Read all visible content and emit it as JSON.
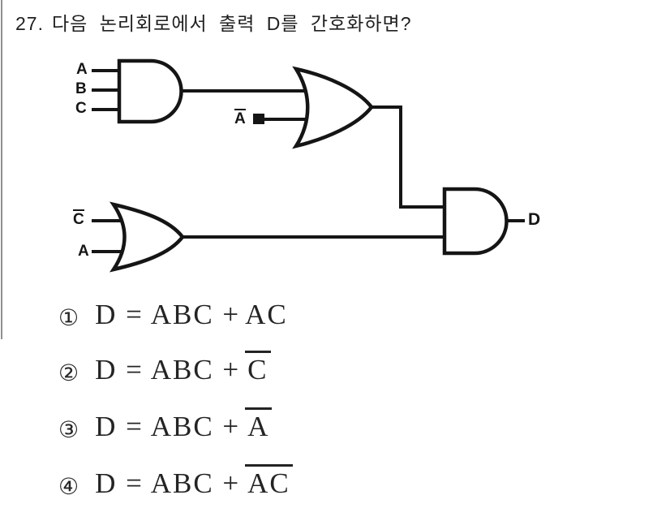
{
  "question": {
    "number": "27.",
    "text": "다음 논리회로에서 출력 D를 간호화하면?"
  },
  "circuit": {
    "labels": {
      "and1_in1": "A",
      "and1_in2": "B",
      "and1_in3": "C",
      "or1_in2": "A",
      "or2_in1": "C",
      "or2_in2": "A",
      "output": "D"
    },
    "gates": [
      {
        "name": "and-gate-1",
        "type": "AND",
        "inputs": [
          "A",
          "B",
          "C"
        ]
      },
      {
        "name": "or-gate-1",
        "type": "OR",
        "inputs": [
          "AND1 output",
          "NOT A"
        ]
      },
      {
        "name": "or-gate-2",
        "type": "OR",
        "inputs": [
          "NOT C",
          "A"
        ]
      },
      {
        "name": "and-gate-2",
        "type": "AND",
        "inputs": [
          "OR1 output",
          "OR2 output"
        ],
        "output": "D"
      }
    ]
  },
  "options": [
    {
      "marker": "①",
      "base": "D = ABC +",
      "term": "AC",
      "term_negated": false
    },
    {
      "marker": "②",
      "base": "D = ABC +",
      "term": "C",
      "term_negated": true
    },
    {
      "marker": "③",
      "base": "D = ABC +",
      "term": "A",
      "term_negated": true
    },
    {
      "marker": "④",
      "base": "D = ABC +",
      "term": "AC",
      "term_negated": true
    }
  ],
  "colors": {
    "ink": "#1a1a1a",
    "scan_border": "#909090"
  }
}
